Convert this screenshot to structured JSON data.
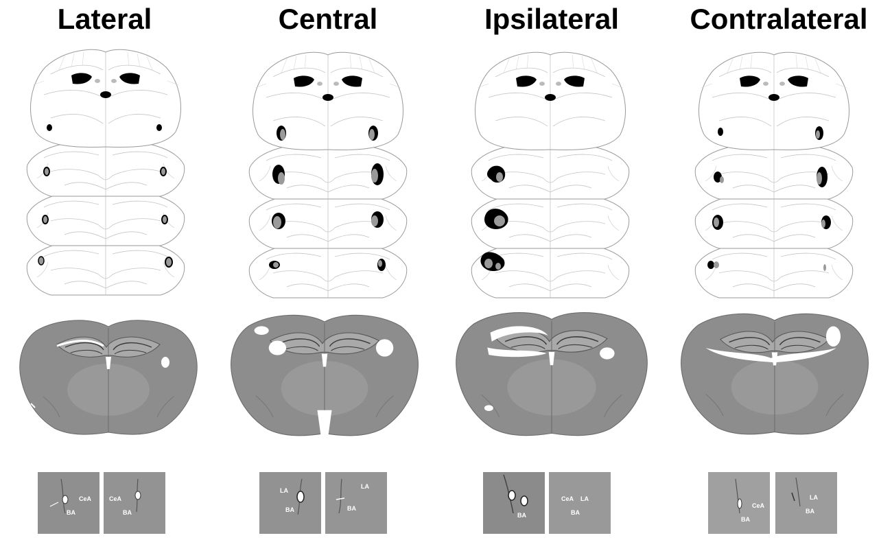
{
  "panels": [
    {
      "title": "Lateral",
      "insets": [
        {
          "labels": [
            "CeA",
            "BA"
          ]
        },
        {
          "labels": [
            "CeA",
            "BA"
          ]
        }
      ]
    },
    {
      "title": "Central",
      "insets": [
        {
          "labels": [
            "LA",
            "BA"
          ]
        },
        {
          "labels": [
            "LA",
            "BA"
          ]
        }
      ]
    },
    {
      "title": "Ipsilateral",
      "insets": [
        {
          "labels": [
            "BA"
          ]
        },
        {
          "labels": [
            "CeA",
            "LA",
            "BA"
          ]
        }
      ]
    },
    {
      "title": "Contralateral",
      "insets": [
        {
          "labels": [
            "CeA",
            "BA"
          ]
        },
        {
          "labels": [
            "LA",
            "BA"
          ]
        }
      ]
    }
  ],
  "legend_colors": {
    "lesion_full": "#000000",
    "lesion_partial": "#9a9a9a",
    "tissue": "#8a8a8a"
  }
}
